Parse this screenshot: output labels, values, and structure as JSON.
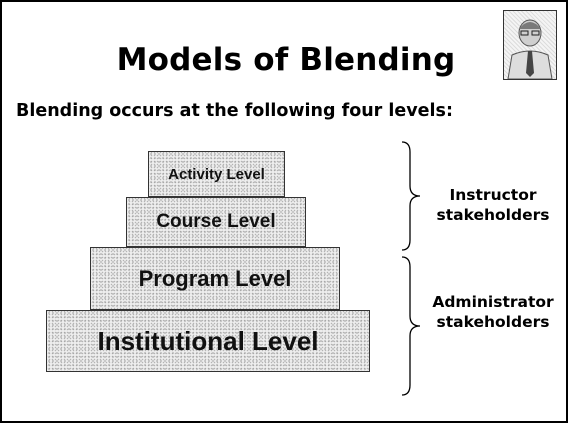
{
  "slide": {
    "title": "Models of Blending",
    "subtitle": "Blending occurs at the following four levels:"
  },
  "pyramid": {
    "levels": [
      {
        "label": "Activity Level"
      },
      {
        "label": "Course Level"
      },
      {
        "label": "Program Level"
      },
      {
        "label": "Institutional Level"
      }
    ]
  },
  "groups": {
    "instructor": {
      "line1": "Instructor",
      "line2": "stakeholders"
    },
    "administrator": {
      "line1": "Administrator",
      "line2": "stakeholders"
    }
  }
}
